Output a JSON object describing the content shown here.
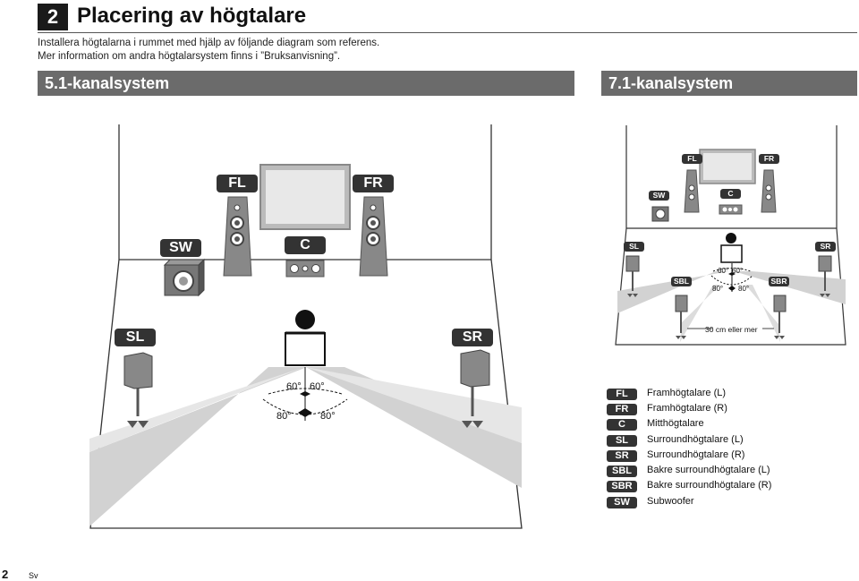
{
  "section": {
    "number": "2",
    "title": "Placering av högtalare"
  },
  "intro": [
    "Installera högtalarna i rummet med hjälp av följande diagram som referens.",
    "Mer information om andra högtalarsystem finns i ”Bruksanvisning”."
  ],
  "left_diagram": {
    "heading": "5.1-kanalsystem",
    "labels": {
      "FL": "FL",
      "FR": "FR",
      "C": "C",
      "SW": "SW",
      "SL": "SL",
      "SR": "SR"
    },
    "angles": {
      "inner_left": "60°",
      "inner_right": "60°",
      "outer_left": "80°",
      "outer_right": "80°"
    }
  },
  "right_diagram": {
    "heading": "7.1-kanalsystem",
    "labels": {
      "FL": "FL",
      "FR": "FR",
      "C": "C",
      "SW": "SW",
      "SL": "SL",
      "SR": "SR",
      "SBL": "SBL",
      "SBR": "SBR"
    },
    "angles": {
      "inner_left": "60°",
      "inner_right": "60°",
      "outer_left": "80°",
      "outer_right": "80°"
    },
    "distance_note": "30 cm eller mer"
  },
  "legend": [
    {
      "code": "FL",
      "text": "Framhögtalare (L)"
    },
    {
      "code": "FR",
      "text": "Framhögtalare (R)"
    },
    {
      "code": "C",
      "text": "Mitthögtalare"
    },
    {
      "code": "SL",
      "text": "Surroundhögtalare (L)"
    },
    {
      "code": "SR",
      "text": "Surroundhögtalare (R)"
    },
    {
      "code": "SBL",
      "text": "Bakre surroundhögtalare (L)"
    },
    {
      "code": "SBR",
      "text": "Bakre surroundhögtalare (R)"
    },
    {
      "code": "SW",
      "text": "Subwoofer"
    }
  ],
  "footer": {
    "page": "2",
    "lang": "Sv"
  }
}
